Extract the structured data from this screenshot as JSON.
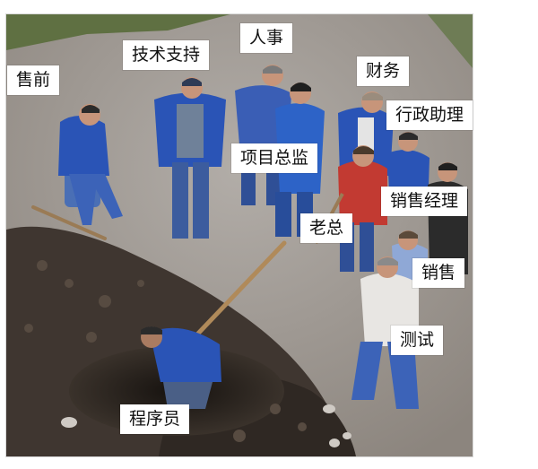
{
  "labels": {
    "presales": "售前",
    "tech_support": "技术支持",
    "hr": "人事",
    "finance": "财务",
    "admin_assistant": "行政助理",
    "project_director": "项目总监",
    "sales_manager": "销售经理",
    "boss": "老总",
    "sales": "销售",
    "testing": "测试",
    "programmer": "程序员"
  },
  "colors": {
    "ground": "#9c9690",
    "soil": "#3b342e",
    "workwear_blue": "#2a54b6",
    "red_jacket": "#c23a32"
  }
}
